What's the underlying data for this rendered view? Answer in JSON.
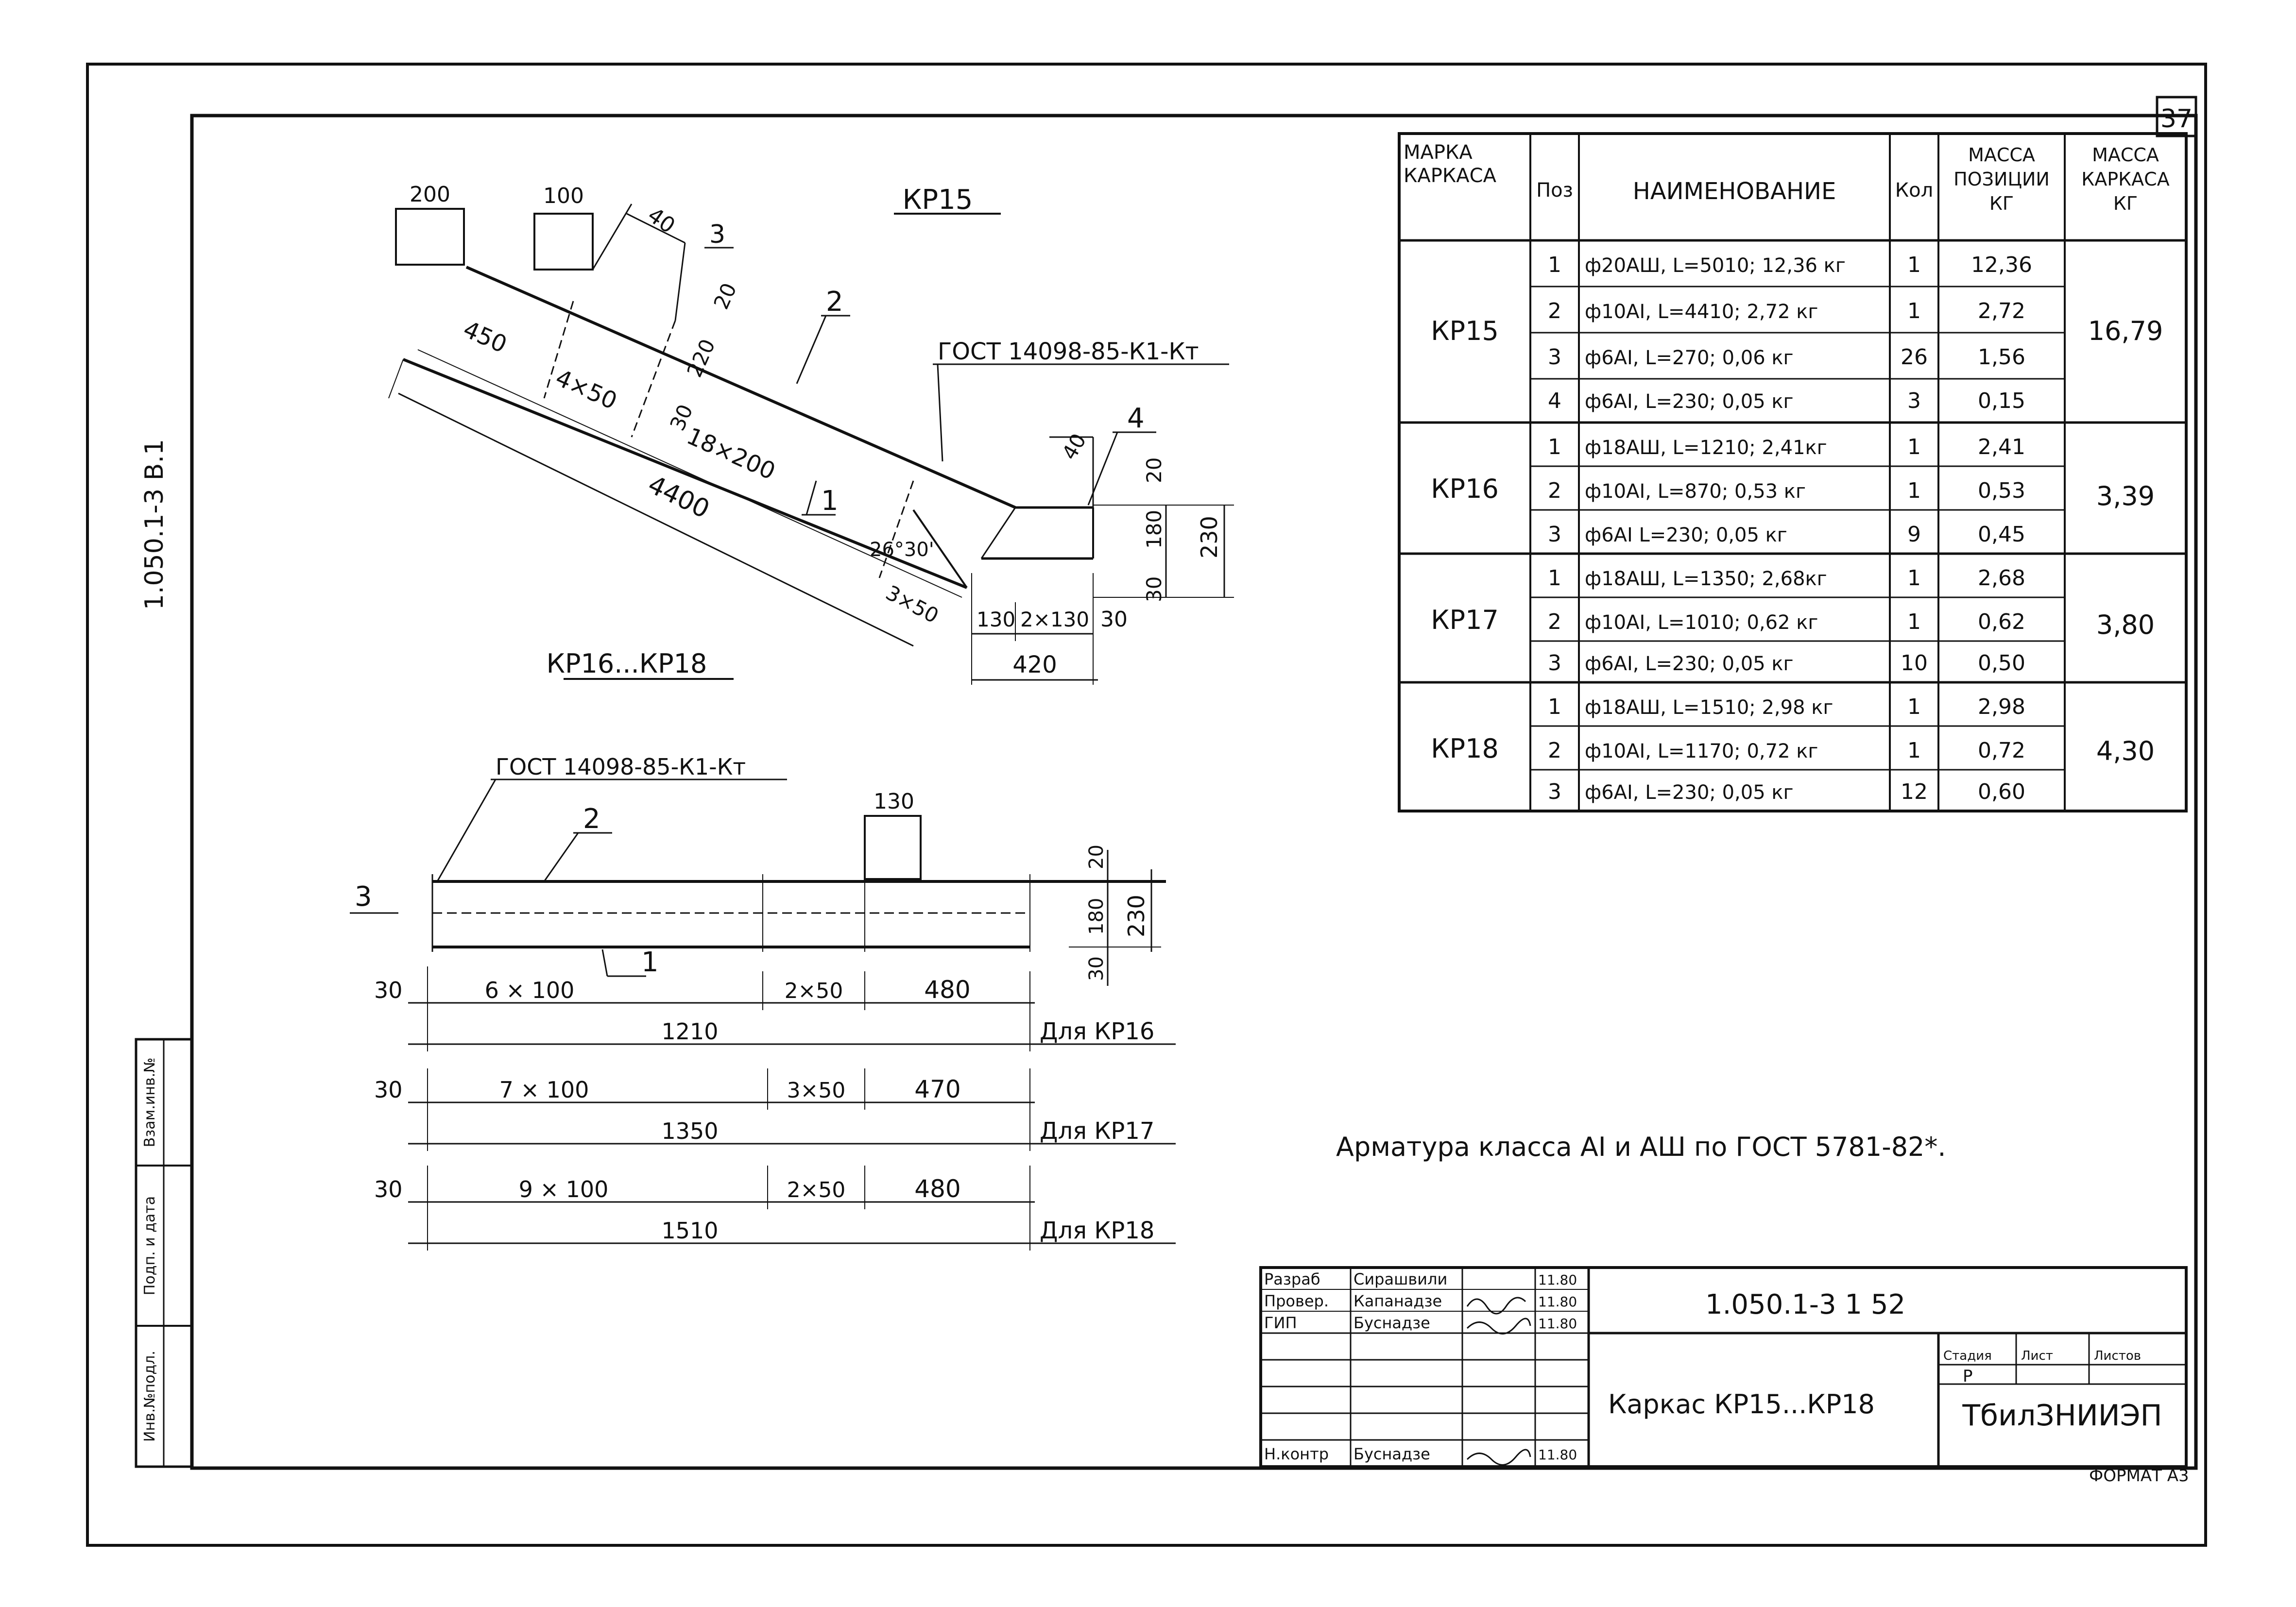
{
  "sheet": {
    "sheet_number": "37",
    "side_code": "1.050.1-3  В.1",
    "format_note": "ФОРМАТ А3"
  },
  "views": {
    "kp15": {
      "title": "КР15",
      "dims": {
        "d200": "200",
        "d100": "100",
        "d40a": "40",
        "d20": "20",
        "d220": "220",
        "d30": "30",
        "d450": "450",
        "d4x50": "4×50",
        "d18x200": "18×200",
        "d4400": "4400",
        "angle": "26°30'",
        "d3x50": "3×50",
        "d40b": "40",
        "d130": "130",
        "d2x130": "2×130",
        "d30b": "30",
        "d420": "420",
        "d20b": "20",
        "d180": "180",
        "d30c": "30",
        "d230": "230"
      },
      "positions": {
        "p1": "1",
        "p2": "2",
        "p3": "3",
        "p4": "4"
      },
      "gost": "ГОСТ 14098-85-К1-Кт"
    },
    "kp16_18": {
      "title": "КР16...КР18",
      "gost": "ГОСТ 14098-85-К1-Кт",
      "positions": {
        "p1": "1",
        "p2": "2",
        "p3": "3"
      },
      "dims": {
        "d130": "130",
        "d20": "20",
        "d180": "180",
        "d30v": "30",
        "d230": "230"
      },
      "rows": [
        {
          "d30": "30",
          "a": "6 × 100",
          "b": "2×50",
          "c": "480",
          "total": "1210",
          "label": "Для КР16"
        },
        {
          "d30": "30",
          "a": "7 × 100",
          "b": "3×50",
          "c": "470",
          "total": "1350",
          "label": "Для КР17"
        },
        {
          "d30": "30",
          "a": "9 × 100",
          "b": "2×50",
          "c": "480",
          "total": "1510",
          "label": "Для КР18"
        }
      ]
    }
  },
  "spec_table": {
    "headers": [
      "МАРКА КАРКАСА",
      "Поз",
      "НАИМЕНОВАНИЕ",
      "Кол",
      "МАССА ПОЗИЦИИ КГ",
      "МАССА КАРКАСА КГ"
    ],
    "groups": [
      {
        "mark": "КР15",
        "mass": "16,79",
        "rows": [
          {
            "pos": "1",
            "name": "ф20АШ, L=5010; 12,36 кг",
            "qty": "1",
            "mass": "12,36"
          },
          {
            "pos": "2",
            "name": "ф10АI, L=4410; 2,72 кг",
            "qty": "1",
            "mass": "2,72"
          },
          {
            "pos": "3",
            "name": "ф6АI, L=270; 0,06 кг",
            "qty": "26",
            "mass": "1,56"
          },
          {
            "pos": "4",
            "name": "ф6АI, L=230; 0,05 кг",
            "qty": "3",
            "mass": "0,15"
          }
        ]
      },
      {
        "mark": "КР16",
        "mass": "3,39",
        "rows": [
          {
            "pos": "1",
            "name": "ф18АШ, L=1210; 2,41кг",
            "qty": "1",
            "mass": "2,41"
          },
          {
            "pos": "2",
            "name": "ф10АI, L=870; 0,53 кг",
            "qty": "1",
            "mass": "0,53"
          },
          {
            "pos": "3",
            "name": "ф6АI L=230; 0,05 кг",
            "qty": "9",
            "mass": "0,45"
          }
        ]
      },
      {
        "mark": "КР17",
        "mass": "3,80",
        "rows": [
          {
            "pos": "1",
            "name": "ф18АШ, L=1350; 2,68кг",
            "qty": "1",
            "mass": "2,68"
          },
          {
            "pos": "2",
            "name": "ф10АI, L=1010; 0,62 кг",
            "qty": "1",
            "mass": "0,62"
          },
          {
            "pos": "3",
            "name": "ф6АI, L=230; 0,05 кг",
            "qty": "10",
            "mass": "0,50"
          }
        ]
      },
      {
        "mark": "КР18",
        "mass": "4,30",
        "rows": [
          {
            "pos": "1",
            "name": "ф18АШ, L=1510; 2,98 кг",
            "qty": "1",
            "mass": "2,98"
          },
          {
            "pos": "2",
            "name": "ф10АI, L=1170; 0,72 кг",
            "qty": "1",
            "mass": "0,72"
          },
          {
            "pos": "3",
            "name": "ф6АI, L=230; 0,05 кг",
            "qty": "12",
            "mass": "0,60"
          }
        ]
      }
    ]
  },
  "note": "Арматура класса АI и АШ по ГОСТ 5781-82*.",
  "title_block": {
    "designation": "1.050.1-3  1  52",
    "title": "Каркас КР15...КР18",
    "org": "ТбилЗНИИЭП",
    "stage_label": "Стадия",
    "sheet_label": "Лист",
    "sheets_label": "Листов",
    "stage": "Р",
    "roles": [
      {
        "role": "Разраб",
        "name": "Сирашвили",
        "date": "11.80"
      },
      {
        "role": "Провер.",
        "name": "Капанадзе",
        "date": "11.80"
      },
      {
        "role": "ГИП",
        "name": "Буснадзе",
        "date": "11.80"
      },
      {
        "role": "",
        "name": "",
        "date": ""
      },
      {
        "role": "",
        "name": "",
        "date": ""
      },
      {
        "role": "Н.контр",
        "name": "Буснадзе",
        "date": "11.80"
      }
    ]
  },
  "left_stamp": {
    "labels": [
      "Взам.инв.№",
      "Подп. и дата",
      "Инв.№подл."
    ]
  }
}
